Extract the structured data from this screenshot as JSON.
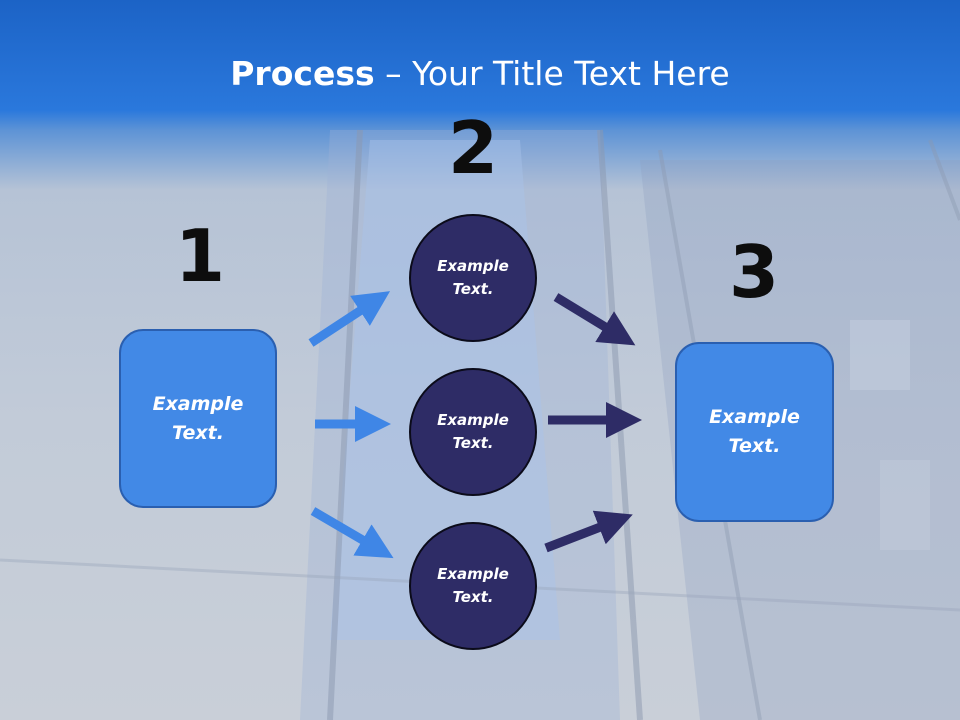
{
  "title": {
    "bold": "Process",
    "rest": " – Your Title Text Here"
  },
  "steps": [
    {
      "number": "1",
      "label": "Example\nText."
    },
    {
      "number": "2",
      "labels": [
        "Example\nText.",
        "Example\nText.",
        "Example\nText."
      ]
    },
    {
      "number": "3",
      "label": "Example\nText."
    }
  ],
  "colors": {
    "header": "#2a78dc",
    "box": "#4289e6",
    "circle": "#2e2c66",
    "arrow_in": "#3f86e6",
    "arrow_out": "#2e2c66"
  }
}
